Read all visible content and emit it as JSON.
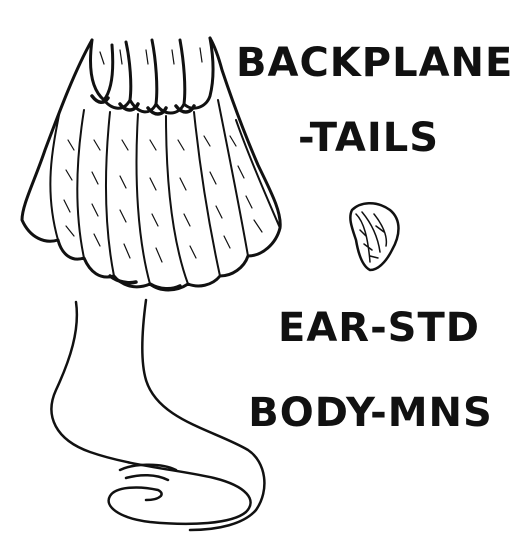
{
  "labels": {
    "title_line1": "BACKPLANE",
    "title_line2": "-TAILS",
    "ear": "EAR-STD",
    "body": "BODY-MNS"
  },
  "colors": {
    "ink": "#111111",
    "background": "#ffffff"
  }
}
